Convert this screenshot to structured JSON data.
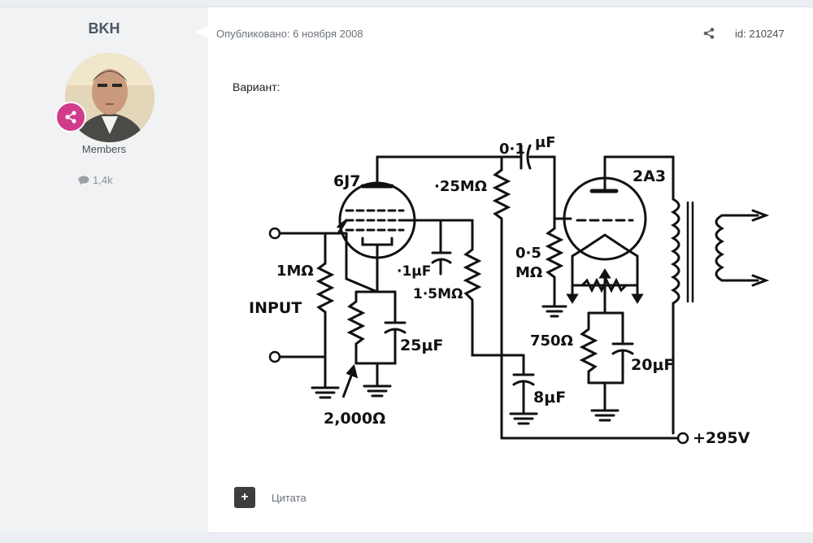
{
  "author": {
    "name": "BKH",
    "group": "Members",
    "posts_count": "1,4k"
  },
  "post": {
    "date": "Опубликовано: 6 ноября 2008",
    "id": "id: 210247",
    "text": "Вариант:",
    "quote_label": "Цитата"
  },
  "schematic": {
    "tube1": "6J7",
    "tube2": "2A3",
    "cap_coupling": "0·1",
    "cap_coupling_unit": "μF",
    "r_plate": "·25MΩ",
    "r_grid_in": "1MΩ",
    "input_label": "INPUT",
    "cap_screen": "·1μF",
    "r_screen": "1·5MΩ",
    "cap_cathode1": "25μF",
    "r_cathode1": "2,000Ω",
    "r_grid2_a": "0·5",
    "r_grid2_b": "MΩ",
    "r_cathode2": "750Ω",
    "cap_cathode2": "20μF",
    "cap_filter": "8μF",
    "supply": "+295V"
  }
}
